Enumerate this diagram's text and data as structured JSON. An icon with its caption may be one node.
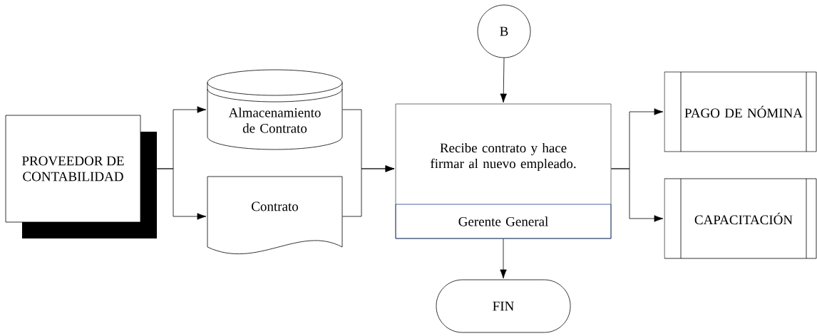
{
  "diagram": {
    "nodes": [
      {
        "text": [
          "PROVEEDOR DE CONTABILIDAD"
        ]
      },
      {
        "text": [
          "Almacenamiento de Contrato"
        ]
      },
      {
        "text": [
          "Contrato"
        ]
      },
      {
        "text": [
          "B"
        ]
      },
      {
        "text": [
          "Recibe contrato y hace firmar al nuevo empleado.",
          "Gerente General"
        ]
      },
      {
        "text": [
          "PAGO DE NÓMINA"
        ]
      },
      {
        "text": [
          "CAPACITACIÓN"
        ]
      },
      {
        "text": [
          "FIN"
        ]
      }
    ],
    "edges": [
      {
        "from": 0,
        "to": 1,
        "arrow": "to"
      },
      {
        "from": 0,
        "to": 2,
        "arrow": "to"
      },
      {
        "from": 1,
        "to": 4,
        "arrow": "to"
      },
      {
        "from": 2,
        "to": 4,
        "arrow": "to"
      },
      {
        "from": 3,
        "to": 4,
        "arrow": "to"
      },
      {
        "from": 4,
        "to": 5,
        "arrow": "to"
      },
      {
        "from": 4,
        "to": 6,
        "arrow": "to"
      },
      {
        "from": 4,
        "to": 7,
        "arrow": "to"
      }
    ]
  }
}
